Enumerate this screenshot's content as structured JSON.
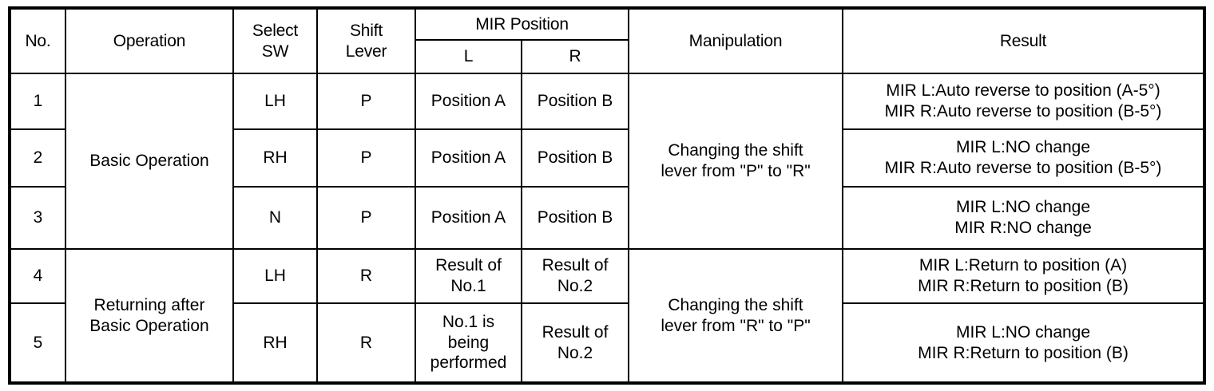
{
  "table": {
    "headers": {
      "no": "No.",
      "operation": "Operation",
      "select_sw": "Select\nSW",
      "select_sw_line1": "Select",
      "select_sw_line2": "SW",
      "shift_lever_line1": "Shift",
      "shift_lever_line2": "Lever",
      "mir_position": "MIR Position",
      "mir_l": "L",
      "mir_r": "R",
      "manipulation": "Manipulation",
      "result": "Result"
    },
    "groups": [
      {
        "operation": "Basic Operation",
        "manipulation_line1": "Changing the shift",
        "manipulation_line2": "lever from \"P\" to \"R\""
      },
      {
        "operation_line1": "Returning after",
        "operation_line2": "Basic Operation",
        "manipulation_line1": "Changing the shift",
        "manipulation_line2": "lever from \"R\" to \"P\""
      }
    ],
    "rows": [
      {
        "no": "1",
        "select_sw": "LH",
        "shift_lever": "P",
        "mir_l": "Position A",
        "mir_r": "Position B",
        "result_line1": "MIR L:Auto reverse to position (A-5°)",
        "result_line2": "MIR R:Auto reverse to position (B-5°)"
      },
      {
        "no": "2",
        "select_sw": "RH",
        "shift_lever": "P",
        "mir_l": "Position A",
        "mir_r": "Position B",
        "result_line1": "MIR L:NO change",
        "result_line2": "MIR R:Auto reverse to position (B-5°)"
      },
      {
        "no": "3",
        "select_sw": "N",
        "shift_lever": "P",
        "mir_l": "Position A",
        "mir_r": "Position B",
        "result_line1": "MIR L:NO change",
        "result_line2": "MIR R:NO change"
      },
      {
        "no": "4",
        "select_sw": "LH",
        "shift_lever": "R",
        "mir_l_line1": "Result of",
        "mir_l_line2": "No.1",
        "mir_r_line1": "Result of",
        "mir_r_line2": "No.2",
        "result_line1": "MIR L:Return to position (A)",
        "result_line2": "MIR R:Return to position (B)"
      },
      {
        "no": "5",
        "select_sw": "RH",
        "shift_lever": "R",
        "mir_l_line1": "No.1 is",
        "mir_l_line2": "being",
        "mir_l_line3": "performed",
        "mir_r_line1": "Result of",
        "mir_r_line2": "No.2",
        "result_line1": "MIR L:NO change",
        "result_line2": "MIR R:Return to position (B)"
      }
    ]
  }
}
